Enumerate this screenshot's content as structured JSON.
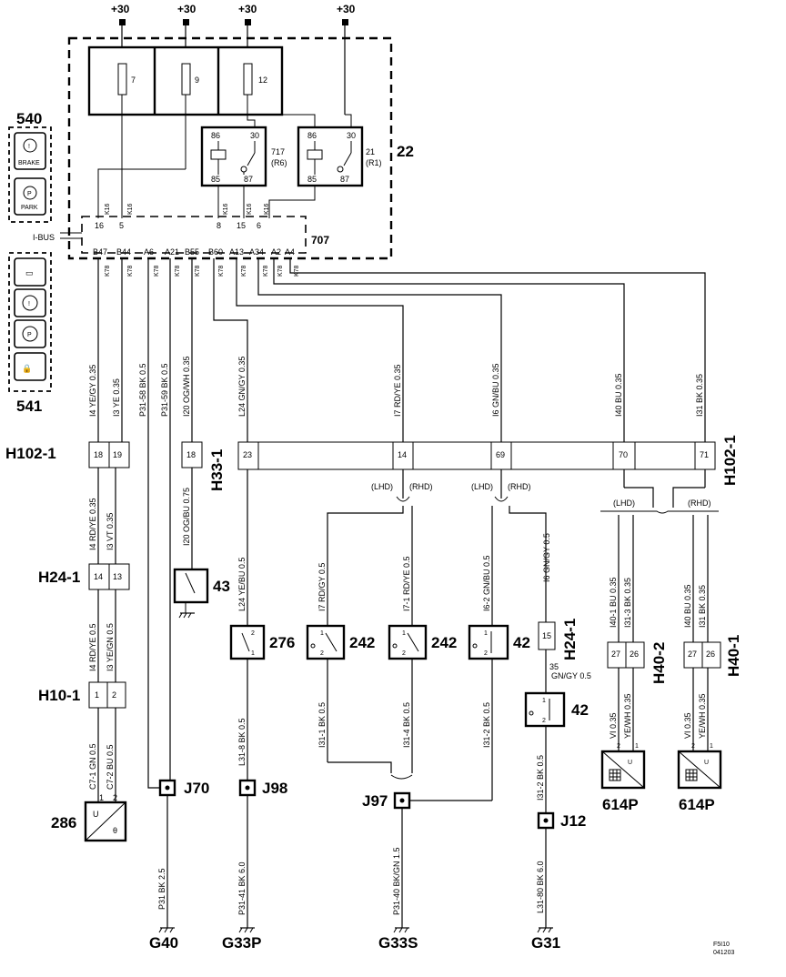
{
  "supply_labels": [
    "+30",
    "+30",
    "+30",
    "+30"
  ],
  "fuses": [
    "7",
    "9",
    "12"
  ],
  "relays": {
    "r717": {
      "pins": [
        "86",
        "30",
        "85",
        "87"
      ],
      "id": "717",
      "sub": "(R6)"
    },
    "r21": {
      "pins": [
        "86",
        "30",
        "85",
        "87"
      ],
      "id": "21",
      "sub": "(R1)"
    }
  },
  "fusebox": {
    "id": "22",
    "bus": "I-BUS",
    "module": "707"
  },
  "fusebox_top_pins": [
    "16",
    "5",
    "8",
    "15",
    "6"
  ],
  "fusebox_top_wires": [
    "K16",
    "K16",
    "K16",
    "K16",
    "K16"
  ],
  "connector_pins": [
    "B47",
    "B44",
    "A6",
    "A21",
    "B55",
    "B60",
    "A13",
    "A34",
    "A2",
    "A4"
  ],
  "connector_wires": [
    "K78",
    "K78",
    "K78",
    "K78",
    "K78",
    "K78",
    "K78",
    "K78",
    "K78",
    "K78"
  ],
  "cluster_top": {
    "id": "540",
    "labels": [
      "BRAKE",
      "PARK"
    ],
    "icons": [
      "!",
      "P"
    ]
  },
  "cluster_bottom": {
    "id": "541",
    "icons": [
      "▭",
      "!",
      "P",
      "🔒"
    ]
  },
  "wire_labels": {
    "w1": "I4 YE/GY 0.35",
    "w2": "I3 YE 0.35",
    "w3": "P31-58 BK 0.5",
    "w4": "P31-59 BK 0.5",
    "w5": "I20 OG/WH 0.35",
    "w6": "L24 GN/GY 0.35",
    "w7": "I7 RD/YE 0.35",
    "w8": "I6 GN/BU 0.35",
    "w9": "I40 BU 0.35",
    "w10": "I31 BK 0.35",
    "w11": "I4 RD/YE 0.35",
    "w12": "I3 VT 0.35",
    "w13": "I20 OG/BU 0.75",
    "w14": "I4 RD/YE 0.5",
    "w15": "I3 YE/GN 0.5",
    "w16": "C7-1 GN 0.5",
    "w17": "C7-2 BU 0.5",
    "w18": "L24 YE/BU 0.5",
    "w19": "I7 RD/GY 0.5",
    "w20": "I7-1 RD/YE 0.5",
    "w21": "I6-2 GN/BU 0.5",
    "w22": "I6 GN/GY 0.5",
    "w23": "I40-1 BU 0.35",
    "w24": "I31-3 BK 0.35",
    "w25": "I40 BU 0.35",
    "w26": "I31 BK 0.35",
    "w27": "L31-8 BK 0.5",
    "w28": "I31-1 BK 0.5",
    "w29": "I31-4 BK 0.5",
    "w30": "I31-2 BK 0.5",
    "w31": "GN/GY 0.5",
    "w32": "I31-2 BK 0.5",
    "w33": "VI 0.35",
    "w34": "YE/WH 0.35",
    "w35": "VI 0.35",
    "w36": "YE/WH 0.35",
    "w37": "P31 BK 2.5",
    "w38": "P31-41 BK 6.0",
    "w39": "P31-40 BK/GN 1.5",
    "w40": "L31-80 BK 6.0"
  },
  "connectors": {
    "h102_left": {
      "id": "H102-1",
      "pins": [
        "18",
        "19"
      ]
    },
    "h33": {
      "id": "H33-1",
      "pins": [
        "18"
      ]
    },
    "h102_main": {
      "pins": [
        "23",
        "14",
        "69",
        "70",
        "71"
      ]
    },
    "h102_right": {
      "id": "H102-1"
    },
    "h24_left": {
      "id": "H24-1",
      "pins": [
        "14",
        "13"
      ]
    },
    "h10": {
      "id": "H10-1",
      "pins": [
        "1",
        "2"
      ]
    },
    "h24_right": {
      "id": "H24-1",
      "pins": [
        "15",
        "35"
      ]
    },
    "h40_2": {
      "id": "H40-2",
      "pins": [
        "27",
        "26",
        "2",
        "1"
      ]
    },
    "h40_1": {
      "id": "H40-1",
      "pins": [
        "27",
        "26",
        "2",
        "1"
      ]
    }
  },
  "variants": {
    "lhd": "(LHD)",
    "rhd": "(RHD)"
  },
  "components": {
    "c43": "43",
    "c276": "276",
    "c242a": "242",
    "c242b": "242",
    "c42a": "42",
    "c42b": "42",
    "c286": "286",
    "c614a": "614P",
    "c614b": "614P"
  },
  "component_pins": {
    "c276": [
      "2",
      "1"
    ],
    "c242": [
      "1",
      "2"
    ],
    "c42": [
      "1",
      "2"
    ],
    "c286": [
      "1",
      "2"
    ],
    "c614": [
      "2",
      "1"
    ]
  },
  "sensor_symbols": {
    "u": "U",
    "theta": "θ"
  },
  "splices": {
    "j70": "J70",
    "j98": "J98",
    "j97": "J97",
    "j12": "J12"
  },
  "grounds": {
    "g40": "G40",
    "g33p": "G33P",
    "g33s": "G33S",
    "g31": "G31"
  },
  "footer": {
    "code": "F5I10",
    "date": "041203"
  }
}
